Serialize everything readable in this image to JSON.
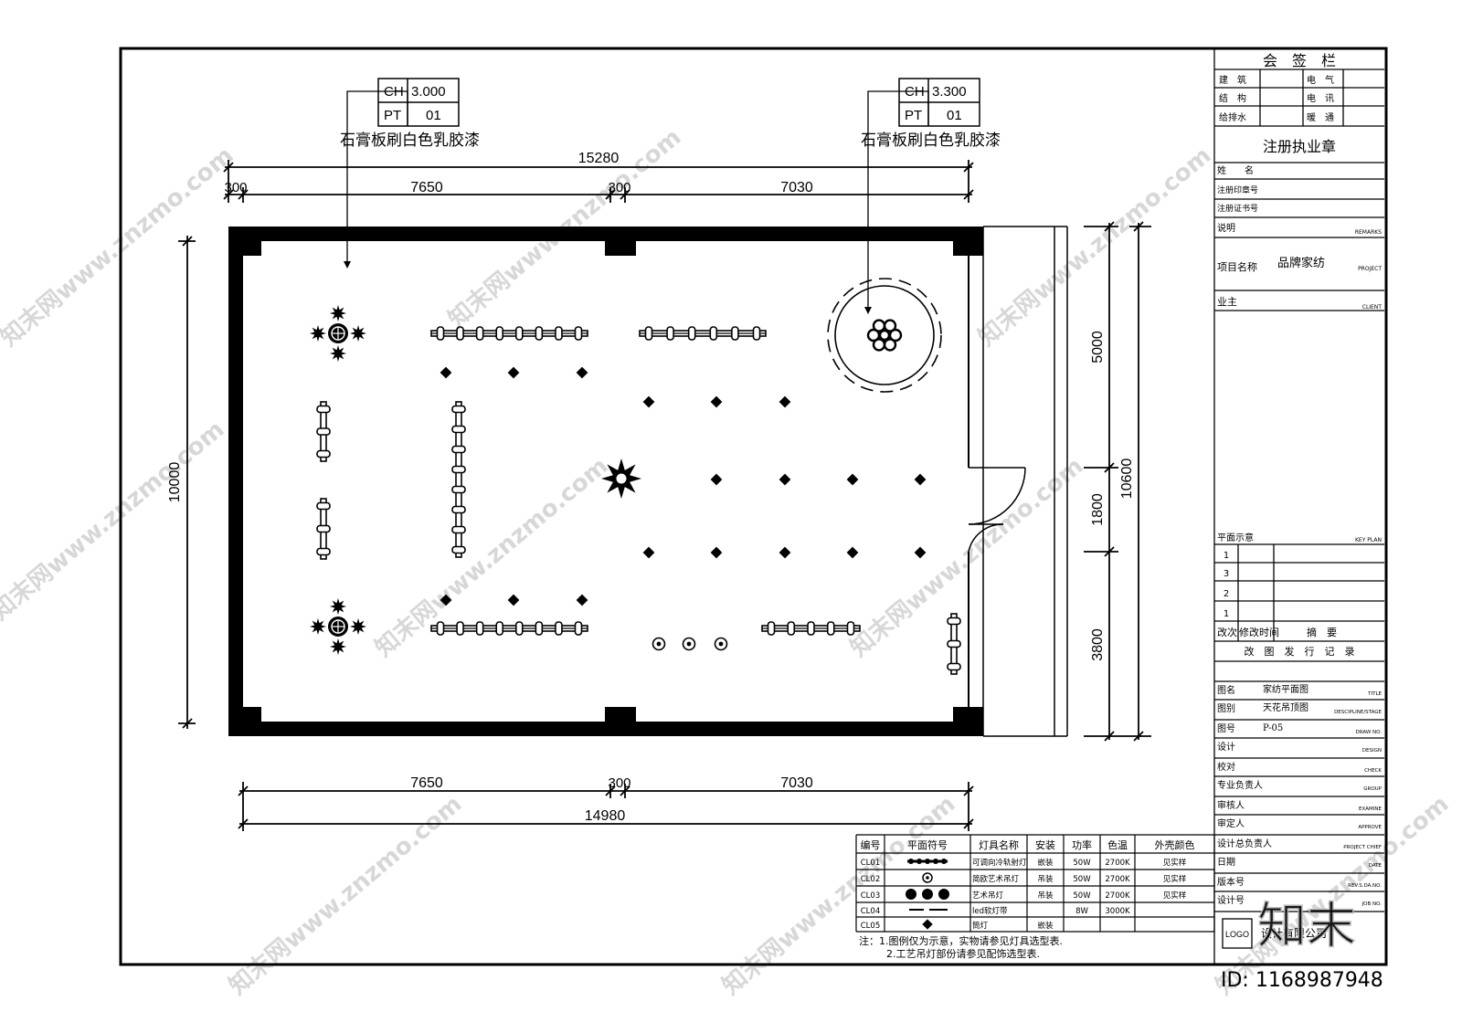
{
  "tags": {
    "left": {
      "ch_label": "CH",
      "ch_value": "3.000",
      "pt_label": "PT",
      "pt_value": "01",
      "note": "石膏板刷白色乳胶漆"
    },
    "right": {
      "ch_label": "CH",
      "ch_value": "3.300",
      "pt_label": "PT",
      "pt_value": "01",
      "note": "石膏板刷白色乳胶漆"
    }
  },
  "dimensions": {
    "top_total": "15280",
    "top_segments": [
      "300",
      "7650",
      "300",
      "7030"
    ],
    "bottom_segments": [
      "7650",
      "300",
      "7030"
    ],
    "bottom_total": "14980",
    "left_total": "10000",
    "right_segments": [
      "5000",
      "1800",
      "3800"
    ],
    "right_total": "10600"
  },
  "title_block": {
    "countersign_title": "会　签　栏",
    "countersign_rows": [
      [
        "建　筑",
        "",
        "电　气",
        ""
      ],
      [
        "结　构",
        "",
        "电　讯",
        ""
      ],
      [
        "给排水",
        "",
        "暖　通",
        ""
      ]
    ],
    "reg_stamp_title": "注册执业章",
    "name_label": "姓　　名",
    "reg_seal_label": "注册印章号",
    "reg_cert_label": "注册证书号",
    "note_label": "说明",
    "note_en": "REMARKS",
    "project_label": "项目名称",
    "project_value": "品牌家纺",
    "project_en": "PROJECT",
    "owner_label": "业主",
    "owner_en": "CLIENT",
    "key_plan_label": "平面示意",
    "key_plan_en": "KEY PLAN",
    "revision_rows": [
      "1",
      "3",
      "2",
      "1"
    ],
    "revision_header": [
      "改次",
      "修改时间",
      "摘　要"
    ],
    "revision_footer": "改　图　发　行　记　录",
    "fields": [
      {
        "label": "图名",
        "value": "家纺平面图",
        "en": "TITLE"
      },
      {
        "label": "图别",
        "value": "天花吊顶图",
        "en": "DESCIPLINE/STAGE"
      },
      {
        "label": "图号",
        "value": "P-05",
        "en": "DRAW NO."
      },
      {
        "label": "设计",
        "value": "",
        "en": "DESIGN"
      },
      {
        "label": "校对",
        "value": "",
        "en": "CHECK"
      },
      {
        "label": "专业负责人",
        "value": "",
        "en": "GROUP"
      },
      {
        "label": "审核人",
        "value": "",
        "en": "EXAMINE"
      },
      {
        "label": "审定人",
        "value": "",
        "en": "APPROVE"
      },
      {
        "label": "设计总负责人",
        "value": "",
        "en": "PROJECT CHIEF"
      },
      {
        "label": "日期",
        "value": "",
        "en": "DATE"
      },
      {
        "label": "版本号",
        "value": "",
        "en": "REV.S.DA.NO."
      },
      {
        "label": "设计号",
        "value": "",
        "en": "JOB NO."
      }
    ],
    "logo_label": "LOGO",
    "company": "设计有限公司"
  },
  "legend": {
    "headers": [
      "编号",
      "平面符号",
      "灯具名称",
      "安装",
      "功率",
      "色温",
      "外壳颜色"
    ],
    "rows": [
      {
        "code": "CL01",
        "symbol": "track",
        "name": "可调向冷轨射灯",
        "install": "嵌装",
        "power": "50W",
        "temp": "2700K",
        "color": "见实样"
      },
      {
        "code": "CL02",
        "symbol": "ring",
        "name": "简欧艺术吊灯",
        "install": "吊装",
        "power": "50W",
        "temp": "2700K",
        "color": "见实样"
      },
      {
        "code": "CL03",
        "symbol": "cluster",
        "name": "艺术吊灯",
        "install": "吊装",
        "power": "50W",
        "temp": "2700K",
        "color": "见实样"
      },
      {
        "code": "CL04",
        "symbol": "led",
        "name": "led软灯带",
        "install": "",
        "power": "8W",
        "temp": "3000K",
        "color": ""
      },
      {
        "code": "CL05",
        "symbol": "spot",
        "name": "筒灯",
        "install": "嵌装",
        "power": "",
        "temp": "",
        "color": ""
      }
    ],
    "notes": [
      "注：1.图例仅为示意，实物请参见灯具选型表.",
      "2.工艺吊灯部份请参见配饰选型表."
    ]
  },
  "watermark": {
    "site": "知末网www.znzmo.com",
    "brand": "知末",
    "id": "ID: 1168987948"
  }
}
